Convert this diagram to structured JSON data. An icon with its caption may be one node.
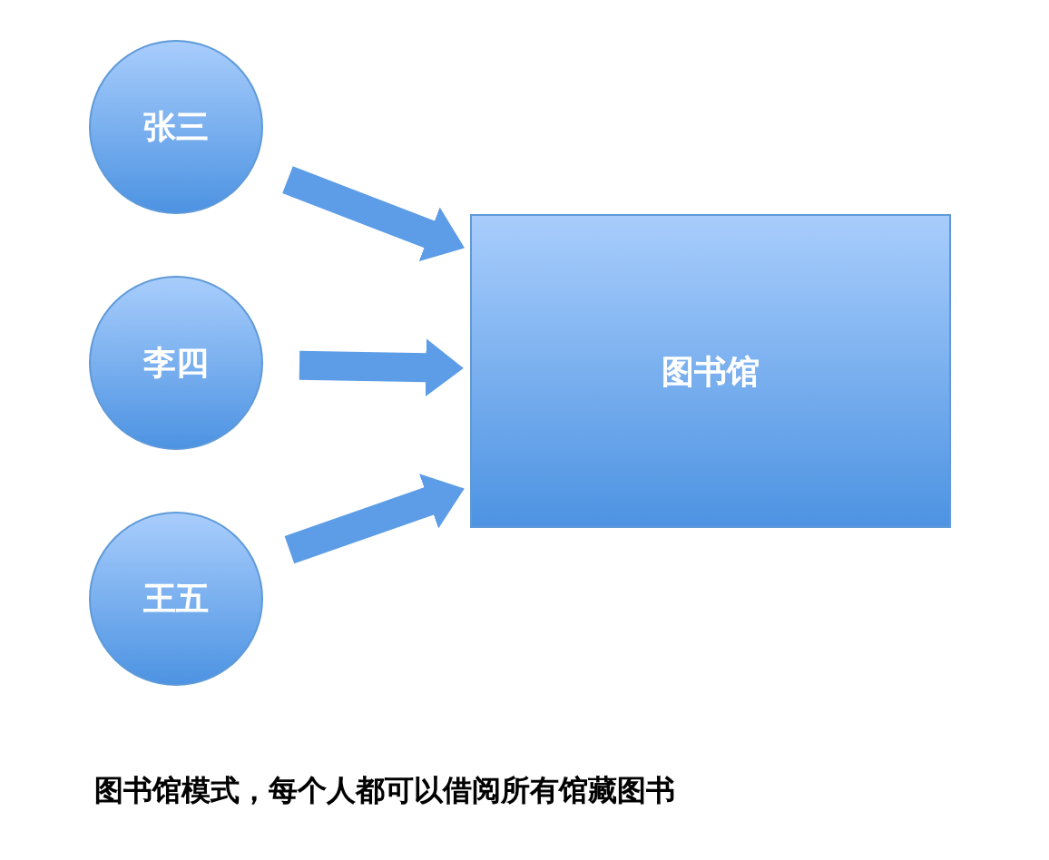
{
  "diagram": {
    "caption": "图书馆模式，每个人都可以借阅所有馆藏图书",
    "nodes": [
      {
        "text": [
          "张三"
        ]
      },
      {
        "text": [
          "李四"
        ]
      },
      {
        "text": [
          "王五"
        ]
      },
      {
        "text": [
          "图书馆"
        ]
      }
    ],
    "edges": [
      {
        "from": 0,
        "to": 3,
        "arrow": "to"
      },
      {
        "from": 1,
        "to": 3,
        "arrow": "to"
      },
      {
        "from": 2,
        "to": 3,
        "arrow": "to"
      }
    ]
  }
}
